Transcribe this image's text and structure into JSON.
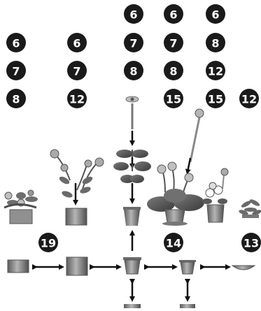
{
  "colors": {
    "badge_fill": "#1a1a1a",
    "badge_text": "#ffffff",
    "arrow": "#111111",
    "pot": "#8a8a8a",
    "pot_dark": "#5a5a5a",
    "foliage": "#5f5f5f",
    "flower": "#b0b0b0"
  },
  "number_grid": {
    "row1": [
      "6",
      "6",
      "6"
    ],
    "row2": [
      "6",
      "6",
      "7",
      "7",
      "8"
    ],
    "row3": [
      "7",
      "7",
      "8",
      "8",
      "12"
    ],
    "row4": [
      "8",
      "12",
      "15",
      "15",
      "12"
    ]
  },
  "diagram_badges": {
    "left": "19",
    "center": "14",
    "right": "13"
  }
}
